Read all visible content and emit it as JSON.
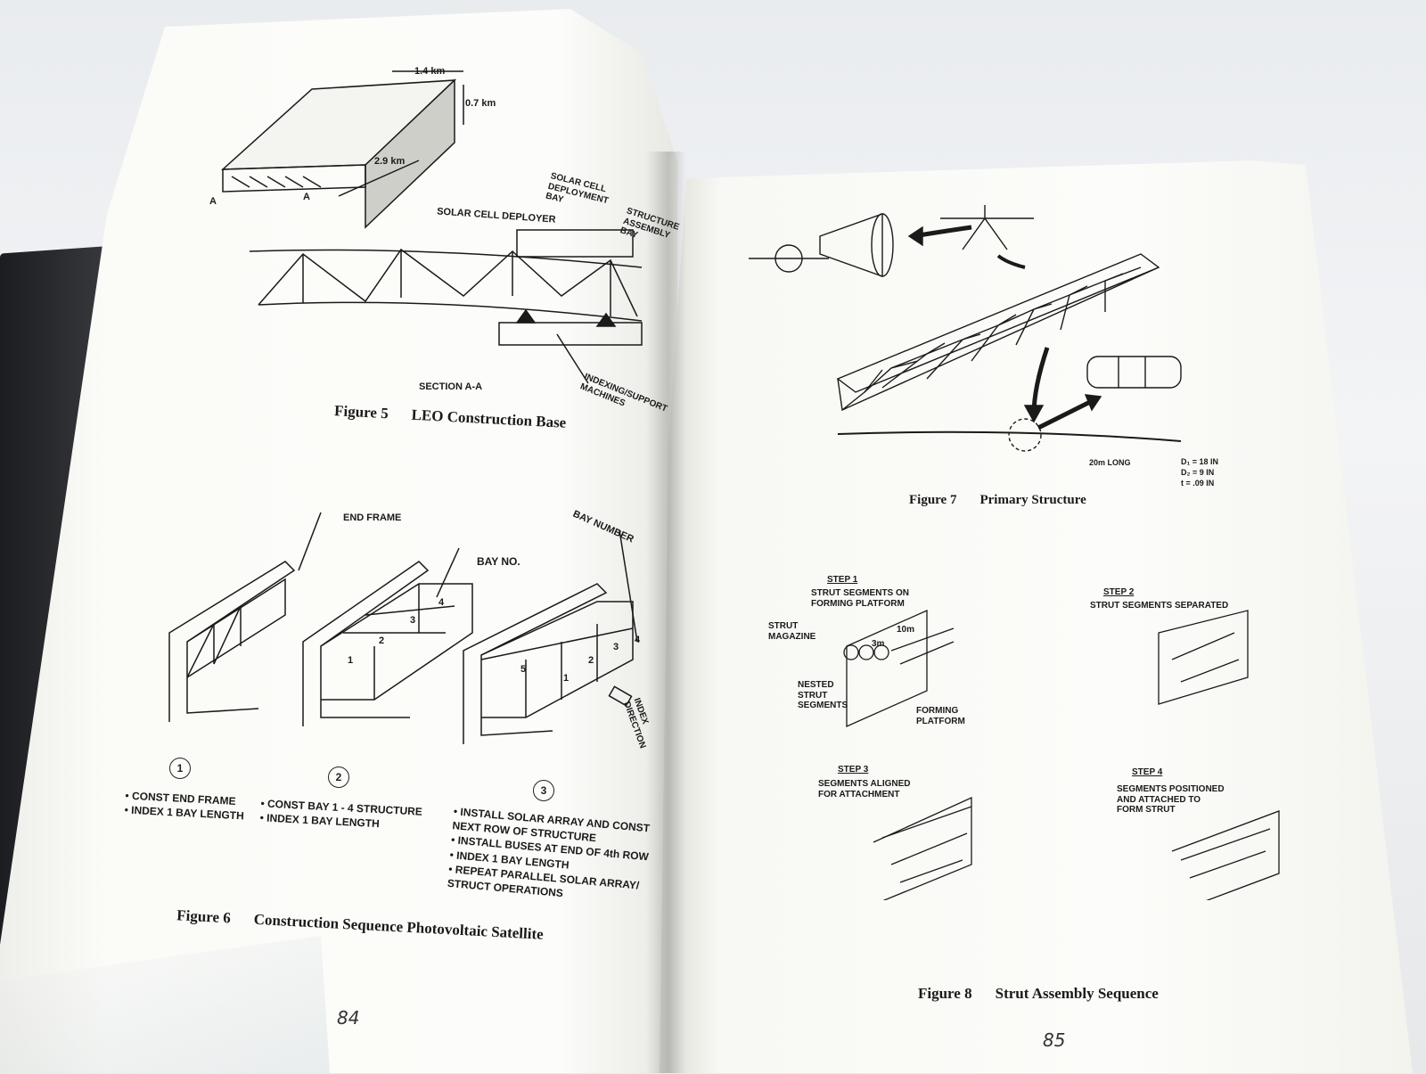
{
  "left_page": {
    "page_number": "84",
    "figure5": {
      "number": "Figure 5",
      "title": "LEO Construction Base",
      "dim_width": "1.4 km",
      "dim_height": "0.7 km",
      "dim_length": "2.9 km",
      "section_mark": "A",
      "section_label": "SECTION A-A",
      "solar_cell_deployer": "SOLAR CELL DEPLOYER",
      "deployment_bay": "SOLAR CELL\nDEPLOYMENT\nBAY",
      "structure_bay": "STRUCTURE\nASSEMBLY\nBAY",
      "indexing": "INDEXING/SUPPORT\nMACHINES"
    },
    "figure6": {
      "number": "Figure 6",
      "title": "Construction Sequence Photovoltaic Satellite",
      "end_frame": "END FRAME",
      "bay_no": "BAY NO.",
      "bay_number": "BAY NUMBER",
      "index_direction": "INDEX\nDIRECTION",
      "steps": [
        {
          "num": "1",
          "items": [
            "CONST END FRAME",
            "INDEX 1 BAY LENGTH"
          ]
        },
        {
          "num": "2",
          "items": [
            "CONST BAY 1 - 4 STRUCTURE",
            "INDEX 1 BAY LENGTH"
          ]
        },
        {
          "num": "3",
          "items": [
            "INSTALL SOLAR ARRAY AND CONST NEXT ROW OF STRUCTURE",
            "INSTALL BUSES AT END OF 4th ROW",
            "INDEX 1 BAY LENGTH",
            "REPEAT PARALLEL SOLAR ARRAY/ STRUCT OPERATIONS"
          ]
        }
      ],
      "bay_labels_2": [
        "1",
        "2",
        "3",
        "4"
      ],
      "bay_labels_3": [
        "5",
        "1",
        "2",
        "3",
        "4"
      ]
    }
  },
  "right_page": {
    "page_number": "85",
    "figure7": {
      "number": "Figure 7",
      "title": "Primary Structure",
      "length": "20m LONG",
      "d1": "D₁ = 18 IN",
      "d2": "D₂ = 9 IN",
      "t": "t = .09 IN"
    },
    "figure8": {
      "number": "Figure 8",
      "title": "Strut Assembly Sequence",
      "step1": "STEP 1",
      "step1_desc": "STRUT SEGMENTS ON\nFORMING PLATFORM",
      "strut_magazine": "STRUT\nMAGAZINE",
      "nested": "NESTED\nSTRUT\nSEGMENTS",
      "forming_platform": "FORMING\nPLATFORM",
      "dim_3m": "3m",
      "dim_10m": "10m",
      "step2": "STEP 2",
      "step2_desc": "STRUT SEGMENTS SEPARATED",
      "step3": "STEP 3",
      "step3_desc": "SEGMENTS ALIGNED\nFOR ATTACHMENT",
      "step4": "STEP 4",
      "step4_desc": "SEGMENTS POSITIONED\nAND ATTACHED TO\nFORM STRUT"
    }
  }
}
